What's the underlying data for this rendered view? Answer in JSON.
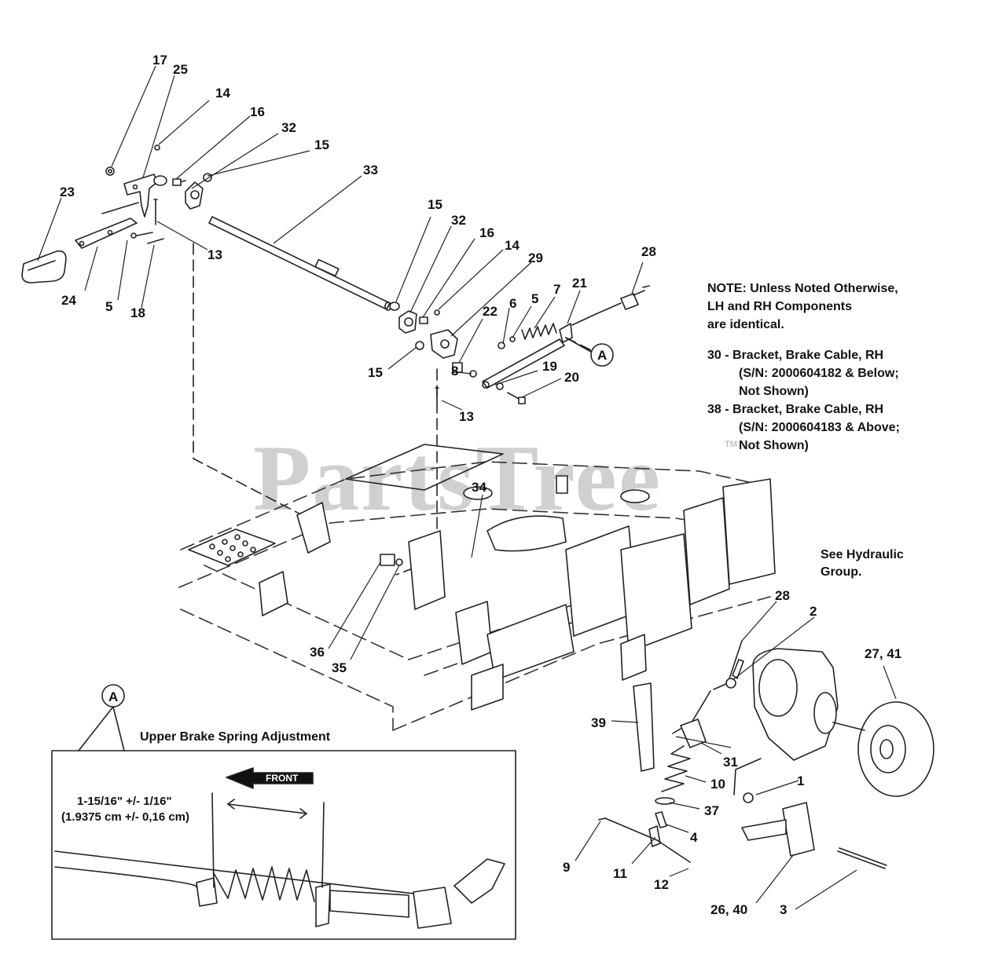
{
  "watermark": {
    "text": "PartsTree",
    "tm": "TM"
  },
  "note": {
    "line1": "NOTE: Unless Noted Otherwise,",
    "line2": "LH and RH Components",
    "line3": "are identical.",
    "item30_a": "30 - Bracket, Brake Cable, RH",
    "item30_b": "(S/N: 2000604182 & Below;",
    "item30_c": "Not Shown)",
    "item38_a": "38 - Bracket, Brake Cable, RH",
    "item38_b": "(S/N: 2000604183 & Above;",
    "item38_c": "Not Shown)"
  },
  "hydraulic_note": {
    "line1": "See Hydraulic",
    "line2": "Group."
  },
  "inset": {
    "callout": "A",
    "title": "Upper Brake Spring Adjustment",
    "front_label": "FRONT",
    "dimension_line1": "1-15/16\" +/- 1/16\"",
    "dimension_line2": "(1.9375 cm +/- 0,16 cm)"
  },
  "callout_a": "A",
  "parts": {
    "p17": "17",
    "p25": "25",
    "p14a": "14",
    "p16a": "16",
    "p32a": "32",
    "p15a": "15",
    "p33": "33",
    "p23": "23",
    "p13a": "13",
    "p24": "24",
    "p5a": "5",
    "p18": "18",
    "p15b": "15",
    "p32b": "32",
    "p16b": "16",
    "p14b": "14",
    "p29": "29",
    "p28a": "28",
    "p6": "6",
    "p5b": "5",
    "p7": "7",
    "p21": "21",
    "p22": "22",
    "p15c": "15",
    "p8": "8",
    "p19": "19",
    "p20": "20",
    "p13b": "13",
    "p34": "34",
    "p36": "36",
    "p35": "35",
    "p28b": "28",
    "p2": "2",
    "p2741": "27, 41",
    "p39": "39",
    "p31": "31",
    "p10": "10",
    "p1": "1",
    "p37": "37",
    "p4": "4",
    "p9": "9",
    "p11": "11",
    "p12": "12",
    "p2640": "26, 40",
    "p3": "3"
  }
}
